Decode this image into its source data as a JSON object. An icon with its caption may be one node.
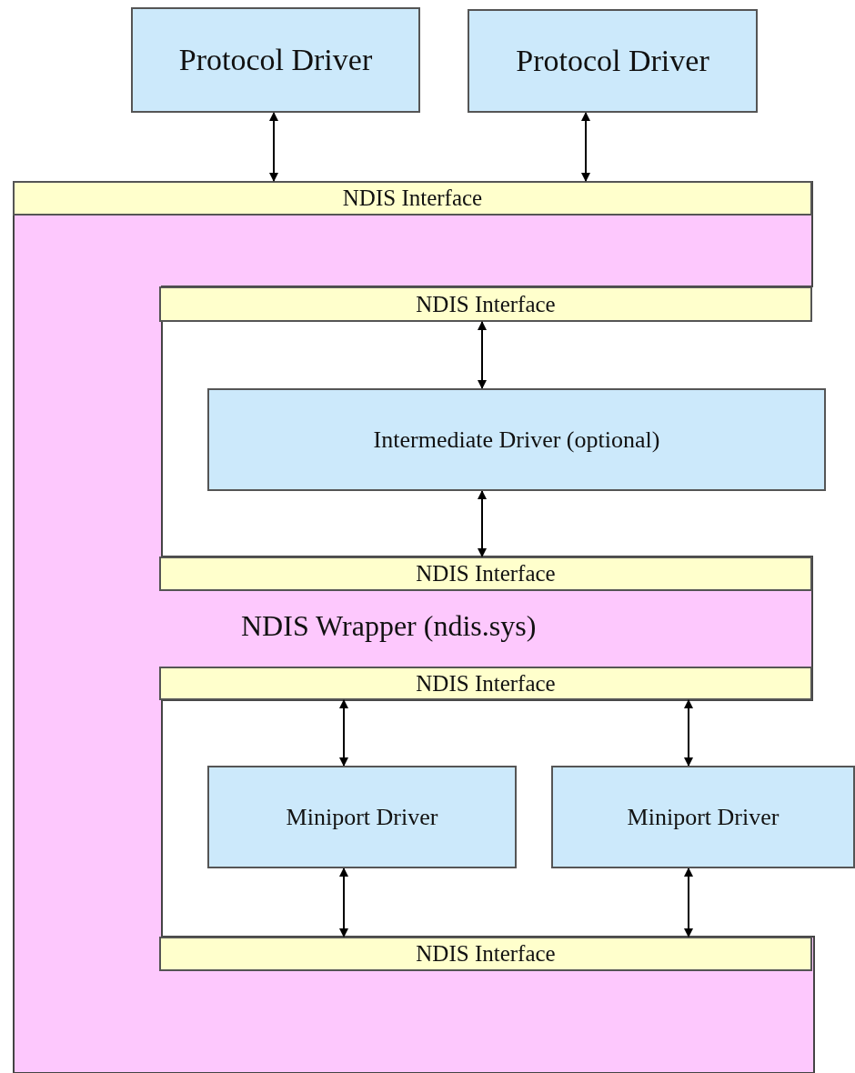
{
  "diagram": {
    "nodes": [
      {
        "text": [
          "Protocol Driver"
        ]
      },
      {
        "text": [
          "Protocol Driver"
        ]
      },
      {
        "text": [
          "NDIS Wrapper (ndis.sys)"
        ]
      },
      {
        "text": [
          "NDIS Interface"
        ],
        "in": 2
      },
      {
        "text": [
          "NDIS Interface"
        ],
        "in": 2
      },
      {
        "text": [
          "Intermediate Driver (optional)"
        ]
      },
      {
        "text": [
          "NDIS Interface"
        ],
        "in": 2
      },
      {
        "text": [
          "NDIS Interface"
        ],
        "in": 2
      },
      {
        "text": [
          "Miniport Driver"
        ]
      },
      {
        "text": [
          "Miniport Driver"
        ]
      },
      {
        "text": [
          "NDIS Interface"
        ],
        "in": 2
      }
    ],
    "edges": [
      {
        "from": 0,
        "to": 3,
        "arrow": "both"
      },
      {
        "from": 1,
        "to": 3,
        "arrow": "both"
      },
      {
        "from": 4,
        "to": 5,
        "arrow": "both"
      },
      {
        "from": 5,
        "to": 6,
        "arrow": "both"
      },
      {
        "from": 7,
        "to": 8,
        "arrow": "both"
      },
      {
        "from": 7,
        "to": 9,
        "arrow": "both"
      },
      {
        "from": 8,
        "to": 10,
        "arrow": "both"
      },
      {
        "from": 9,
        "to": 10,
        "arrow": "both"
      }
    ]
  }
}
